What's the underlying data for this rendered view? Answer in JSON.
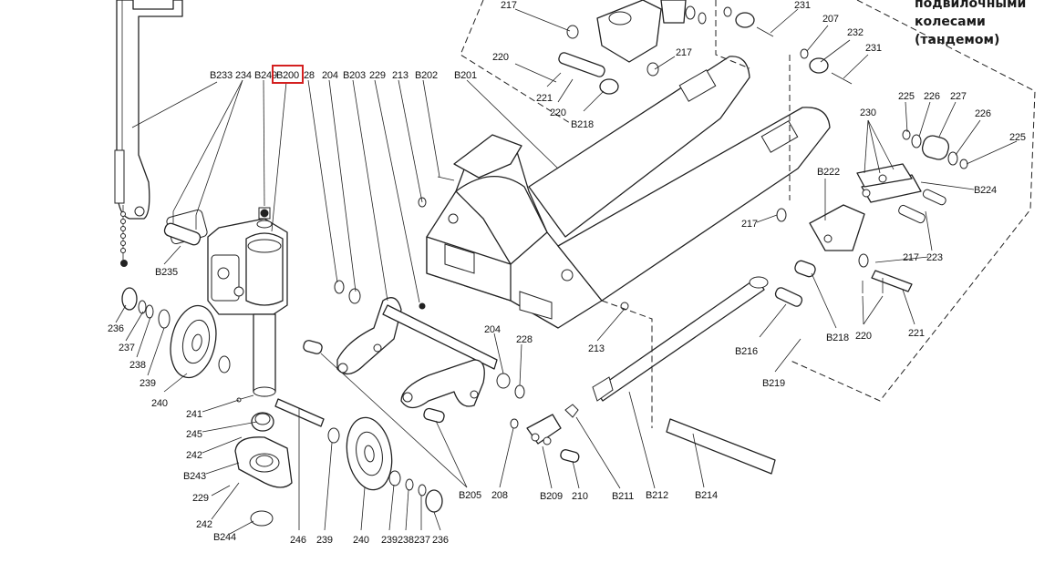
{
  "caption": {
    "lines": [
      "подвилочными",
      "колесами",
      "(тандемом)"
    ]
  },
  "highlight": {
    "label": "B200",
    "color": "#d42020"
  },
  "labels": {
    "b233": "B233",
    "n234": "234",
    "b249": "B249",
    "b200": "B200",
    "n28": "28",
    "n204": "204",
    "b203": "B203",
    "n229a": "229",
    "n213a": "213",
    "b202": "B202",
    "b201": "B201",
    "n217a": "217",
    "n220a": "220",
    "n221a": "221",
    "n220b": "220",
    "b218a": "B218",
    "n217b": "217",
    "n207": "207",
    "n232": "232",
    "n231a": "231",
    "n231b": "231",
    "n225a": "225",
    "n226a": "226",
    "n227": "227",
    "n230": "230",
    "n226b": "226",
    "n225b": "225",
    "b222": "B222",
    "b224": "B224",
    "n217c": "217",
    "n217d": "217",
    "n223": "223",
    "b218b": "B218",
    "n220c": "220",
    "n221b": "221",
    "b216": "B216",
    "b219": "B219",
    "b235": "B235",
    "n236a": "236",
    "n237a": "237",
    "n238a": "238",
    "n239a": "239",
    "n240a": "240",
    "n241": "241",
    "n245": "245",
    "n242a": "242",
    "b243": "B243",
    "n229b": "229",
    "n242b": "242",
    "b244": "B244",
    "n246": "246",
    "n239b": "239",
    "n240b": "240",
    "n239c": "239",
    "n238b": "238",
    "n237b": "237",
    "n236b": "236",
    "b205": "B205",
    "n208": "208",
    "b209": "B209",
    "n210": "210",
    "b211": "B211",
    "b212": "B212",
    "b214": "B214",
    "n204b": "204",
    "n228b": "228",
    "n213b": "213"
  },
  "icons": {
    "handle": "handle-icon",
    "pump": "hydraulic-pump-icon",
    "frame": "fork-frame-icon",
    "wheel": "steering-wheel-icon",
    "roller": "tandem-roller-icon",
    "pushrod": "push-rod-icon"
  }
}
